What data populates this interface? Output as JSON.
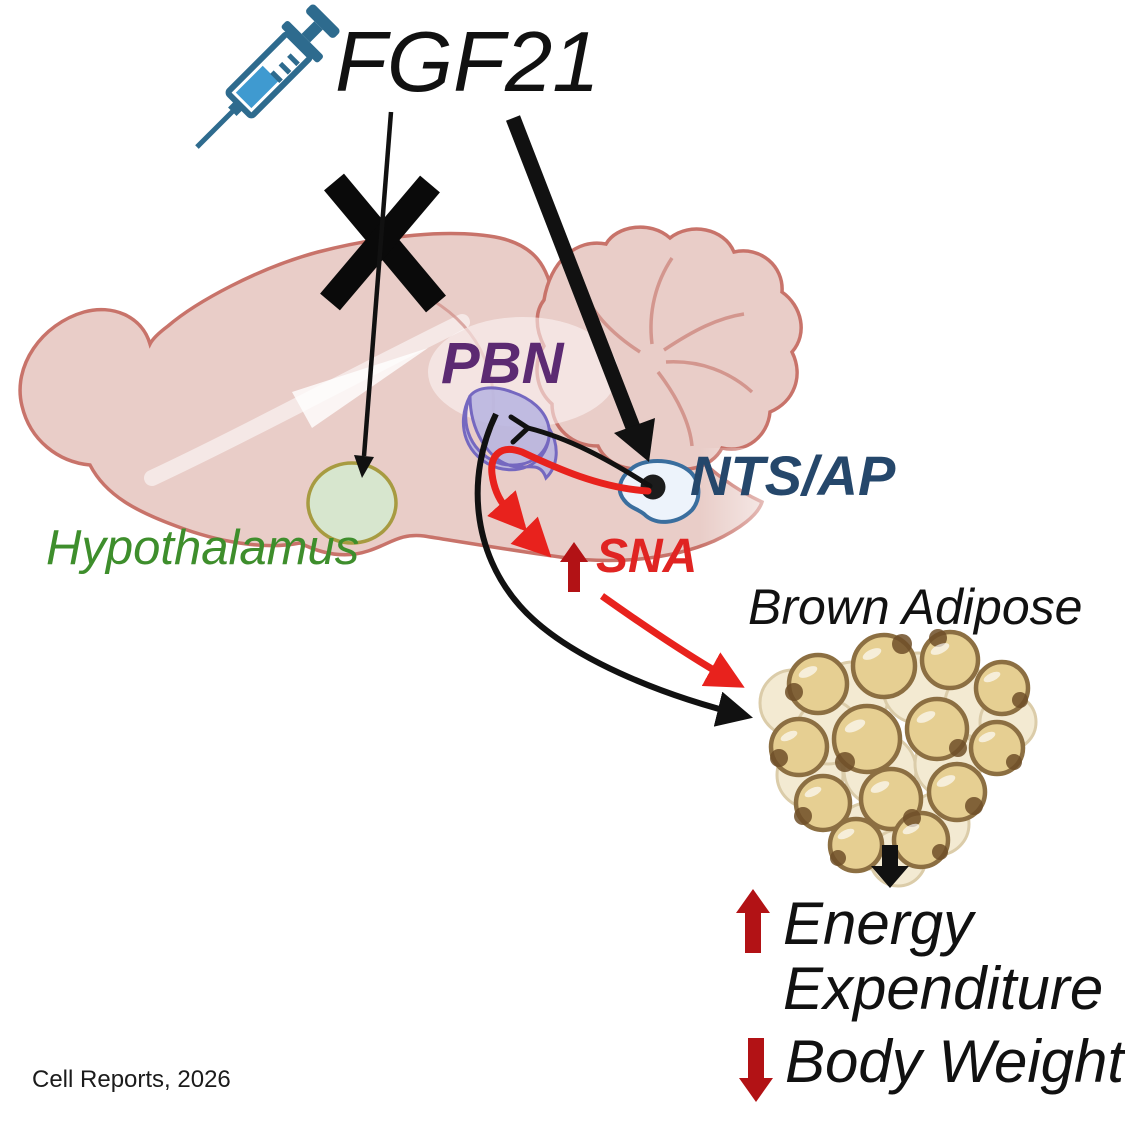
{
  "figure": {
    "title": "FGF21",
    "citation": "Cell Reports, 2026",
    "labels": {
      "hypothalamus": "Hypothalamus",
      "pbn": "PBN",
      "nts_ap": "NTS/AP",
      "sna": "SNA",
      "brown_adipose": "Brown Adipose",
      "outcome_increase_line1": "Energy",
      "outcome_increase_line2": "Expenditure",
      "outcome_decrease": "Body Weight"
    },
    "icons": {
      "syringe": "syringe-icon",
      "blocked_pathway": "x-mark-icon",
      "increase": "up-arrow-icon",
      "decrease": "down-arrow-icon",
      "bat_output": "down-arrow-icon"
    },
    "colors": {
      "brain_fill": "#e9cdc8",
      "brain_outline": "#c8736a",
      "brain_fold": "#d79d94",
      "hypothalamus_fill": "#d7e6ce",
      "hypothalamus_outline": "#a79b41",
      "hypothalamus_text": "#3e8e2c",
      "pbn_fill": "#b6b4e0",
      "pbn_outline": "#7568c0",
      "pbn_text": "#5c2a72",
      "nts_fill": "#edf3fb",
      "nts_outline": "#3a6e9e",
      "nts_text": "#25476b",
      "sna_text": "#e02422",
      "signal_red": "#e8221d",
      "arrow_dark_red": "#b21215",
      "adipose_fill": "#e6cf92",
      "adipose_outline": "#8c6f42",
      "adipose_bg": "#f3ead2",
      "syringe_blue": "#2e6b8e",
      "syringe_liquid": "#3f9ad0",
      "black": "#111111"
    }
  }
}
